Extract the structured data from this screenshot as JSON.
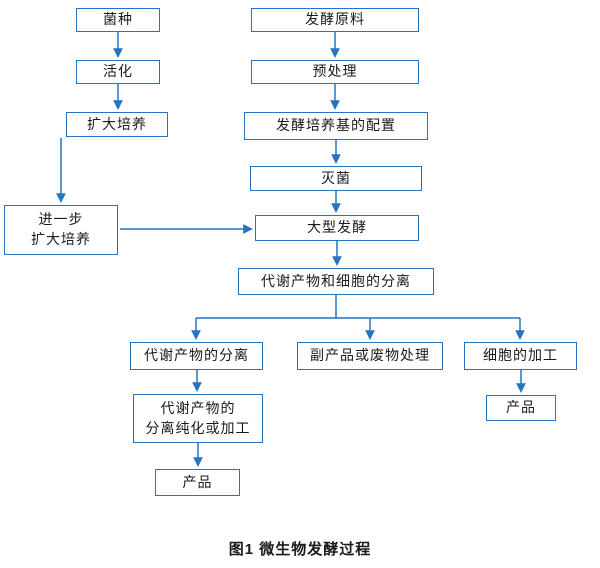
{
  "colors": {
    "accent": "#2573c1",
    "text": "#1a1a1a",
    "background": "#ffffff"
  },
  "caption": "图1 微生物发酵过程",
  "nodes": {
    "strain": {
      "label": "菌种"
    },
    "activation": {
      "label": "活化"
    },
    "expanded_culture": {
      "label": "扩大培养"
    },
    "further_expanded": {
      "label": "进一步\n扩大培养"
    },
    "raw_material": {
      "label": "发酵原料"
    },
    "pretreatment": {
      "label": "预处理"
    },
    "medium_preparation": {
      "label": "发酵培养基的配置"
    },
    "sterilization": {
      "label": "灭菌"
    },
    "large_fermentation": {
      "label": "大型发酵"
    },
    "separation": {
      "label": "代谢产物和细胞的分离"
    },
    "metabolite_separation": {
      "label": "代谢产物的分离"
    },
    "byproduct_waste": {
      "label": "副产品或废物处理"
    },
    "cell_processing": {
      "label": "细胞的加工"
    },
    "metabolite_purification": {
      "label": "代谢产物的\n分离纯化或加工"
    },
    "product_cell": {
      "label": "产品"
    },
    "product_metabolite": {
      "label": "产品"
    }
  }
}
